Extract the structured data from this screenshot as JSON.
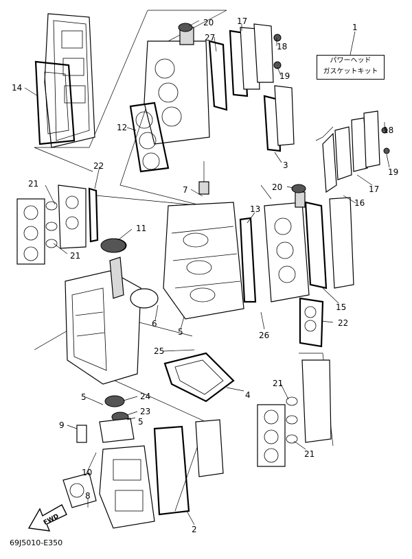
{
  "kit_label": {
    "line1": "パワーヘッド",
    "line2": "ガスケットキット"
  },
  "diagram_code": "69J5010-E350",
  "fwd_label": "FWD",
  "callouts": {
    "c1": "1",
    "c2": "2",
    "c3": "3",
    "c4": "4",
    "c5a": "5",
    "c5b": "5",
    "c5c": "5",
    "c6": "6",
    "c7": "7",
    "c8": "8",
    "c9": "9",
    "c10": "10",
    "c11": "11",
    "c12": "12",
    "c13": "13",
    "c14": "14",
    "c15": "15",
    "c16": "16",
    "c17a": "17",
    "c17b": "17",
    "c18a": "18",
    "c18b": "18",
    "c19a": "19",
    "c19b": "19",
    "c20a": "20",
    "c20b": "20",
    "c21a": "21",
    "c21b": "21",
    "c21c": "21",
    "c21d": "21",
    "c22a": "22",
    "c22b": "22",
    "c23": "23",
    "c24": "24",
    "c25": "25",
    "c26": "26",
    "c27": "27"
  }
}
